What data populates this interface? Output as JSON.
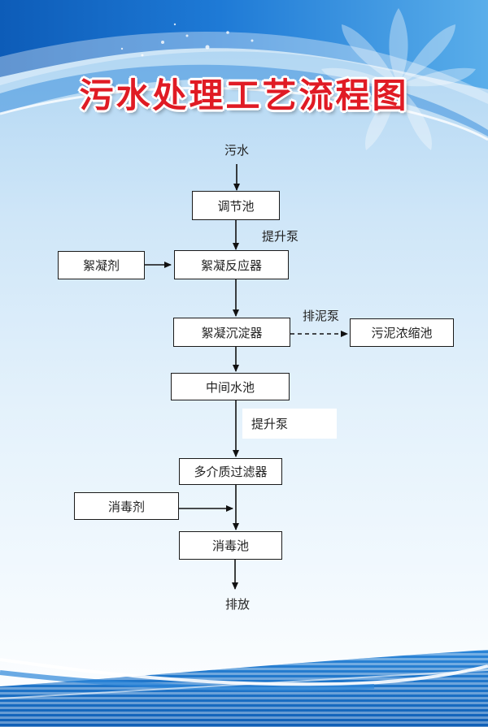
{
  "title": "污水处理工艺流程图",
  "flow": {
    "input": "污水",
    "tiaojiechi": "调节池",
    "pump1": "提升泵",
    "xuningji": "絮凝剂",
    "xuning_fanyingqi": "絮凝反应器",
    "xuning_chendianqi": "絮凝沉淀器",
    "sludge_pump": "排泥泵",
    "sludge_tank": "污泥浓缩池",
    "zhongjian_shuichi": "中间水池",
    "pump2": "提升泵",
    "filter": "多介质过滤器",
    "disinfectant": "消毒剂",
    "disinfection_tank": "消毒池",
    "output": "排放"
  }
}
